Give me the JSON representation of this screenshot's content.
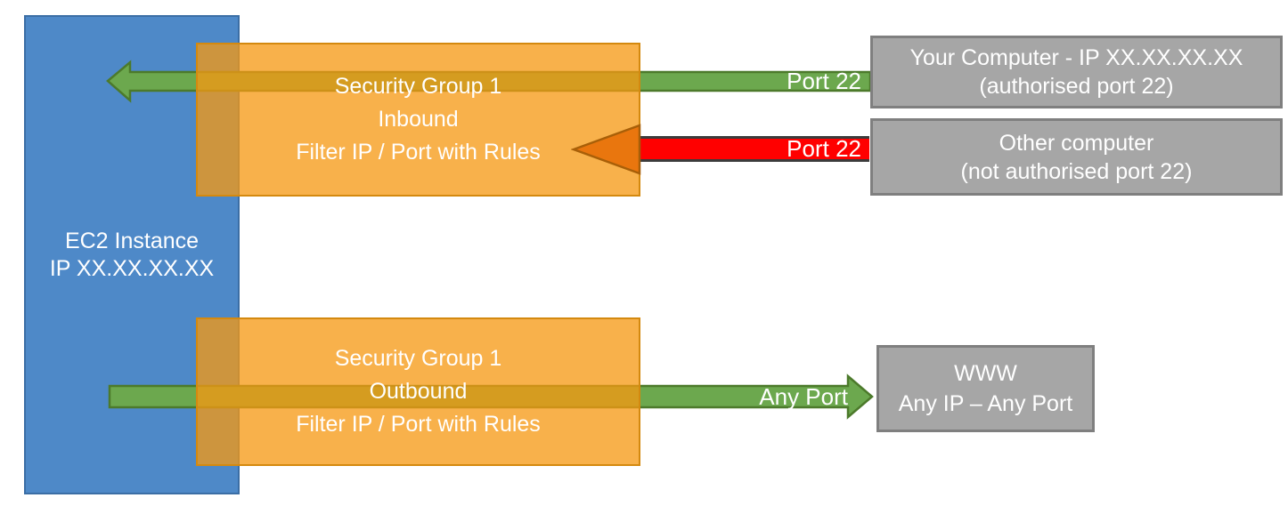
{
  "colors": {
    "blue_fill": "#4E89C8",
    "blue_border": "#3B6EA5",
    "green_fill": "#6CA84E",
    "green_border": "#4C7A2B",
    "orange_fill": "rgba(246,152,18,0.76)",
    "orange_border": "#D4890F",
    "red_fill": "#FF0000",
    "red_border": "#3C3C3C",
    "redhead_fill": "#E9760E",
    "redhead_border": "#A85F08",
    "gray_fill": "#A6A6A6",
    "gray_border": "#7F7F7F",
    "text": "#FFFFFF"
  },
  "boxes": {
    "ec2": {
      "lines": [
        "EC2 Instance",
        "IP XX.XX.XX.XX"
      ]
    },
    "sg_inbound": {
      "lines": [
        "Security Group 1",
        "Inbound",
        "Filter IP / Port with Rules"
      ]
    },
    "sg_outbound": {
      "lines": [
        "Security Group 1",
        "Outbound",
        "Filter IP / Port with Rules"
      ]
    },
    "your_computer": {
      "lines": [
        "Your Computer - IP XX.XX.XX.XX",
        "(authorised port 22)"
      ]
    },
    "other_computer": {
      "lines": [
        "Other computer",
        "(not authorised port 22)"
      ]
    },
    "www": {
      "lines": [
        "WWW",
        "Any IP – Any Port"
      ]
    }
  },
  "flow_labels": {
    "inbound_allowed": "Port 22",
    "inbound_blocked": "Port 22",
    "outbound": "Any Port"
  }
}
